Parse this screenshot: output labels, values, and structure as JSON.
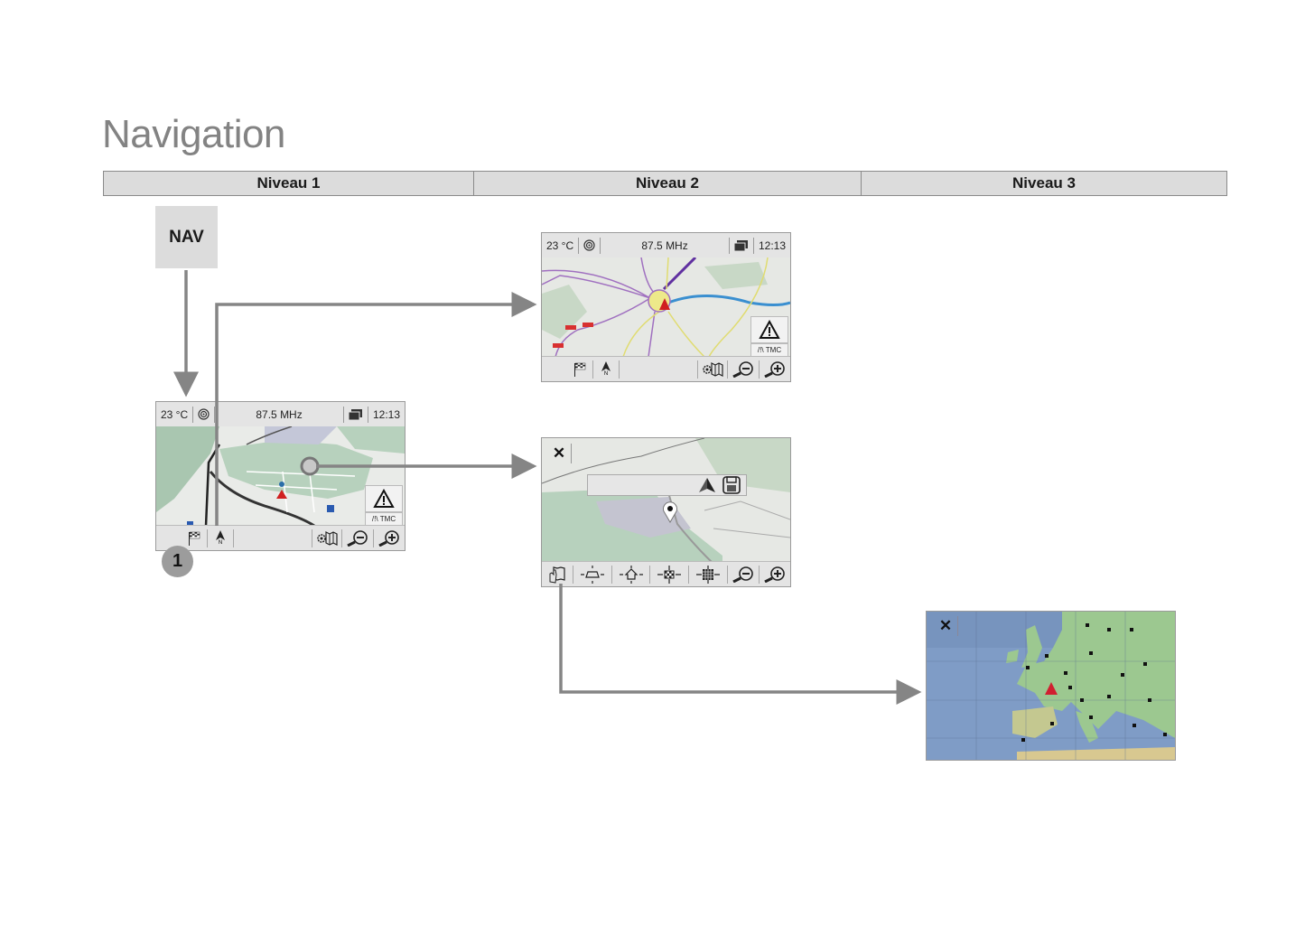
{
  "page": {
    "title": "Navigation"
  },
  "levels": [
    {
      "label": "Niveau 1"
    },
    {
      "label": "Niveau 2"
    },
    {
      "label": "Niveau 3"
    }
  ],
  "nav_key": {
    "label": "NAV"
  },
  "callout": {
    "number": "1"
  },
  "colors": {
    "arrow": "#858585",
    "route_blue": "#3a8fd0",
    "road_purple": "#a070c0",
    "road_yellow": "#e0dc70",
    "position_red": "#d02020",
    "sea_blue": "#7f9cc6",
    "land_green": "#9cc890"
  },
  "screen_level1": {
    "status": {
      "temperature": "23 °C",
      "radio_icon": "radio-signal-icon",
      "frequency": "87.5 MHz",
      "media_icon": "media-icon",
      "time": "12:13"
    },
    "tmc": {
      "warning_icon": "warning-triangle-icon",
      "label": "TMC"
    },
    "toolbar": {
      "destination_icon": "checkered-flag-icon",
      "north_label": "N",
      "map_settings_icon": "map-settings-icon",
      "zoom_out_icon": "zoom-out-icon",
      "zoom_in_icon": "zoom-in-icon"
    }
  },
  "screen_level2_map": {
    "status": {
      "temperature": "23 °C",
      "frequency": "87.5 MHz",
      "time": "12:13"
    },
    "tmc": {
      "label": "TMC"
    },
    "toolbar": {
      "north_label": "N"
    }
  },
  "screen_level2_point": {
    "close_icon": "close-icon",
    "info_icons": [
      "navigate-arrow-icon",
      "save-disk-icon"
    ],
    "toolbar": [
      "hand-map-icon",
      "vehicle-target-icon",
      "home-target-icon",
      "destination-target-icon",
      "grid-target-icon",
      "zoom-out-icon",
      "zoom-in-icon"
    ]
  },
  "screen_level3": {
    "close_icon": "close-icon",
    "map": "europe-overview-map"
  }
}
